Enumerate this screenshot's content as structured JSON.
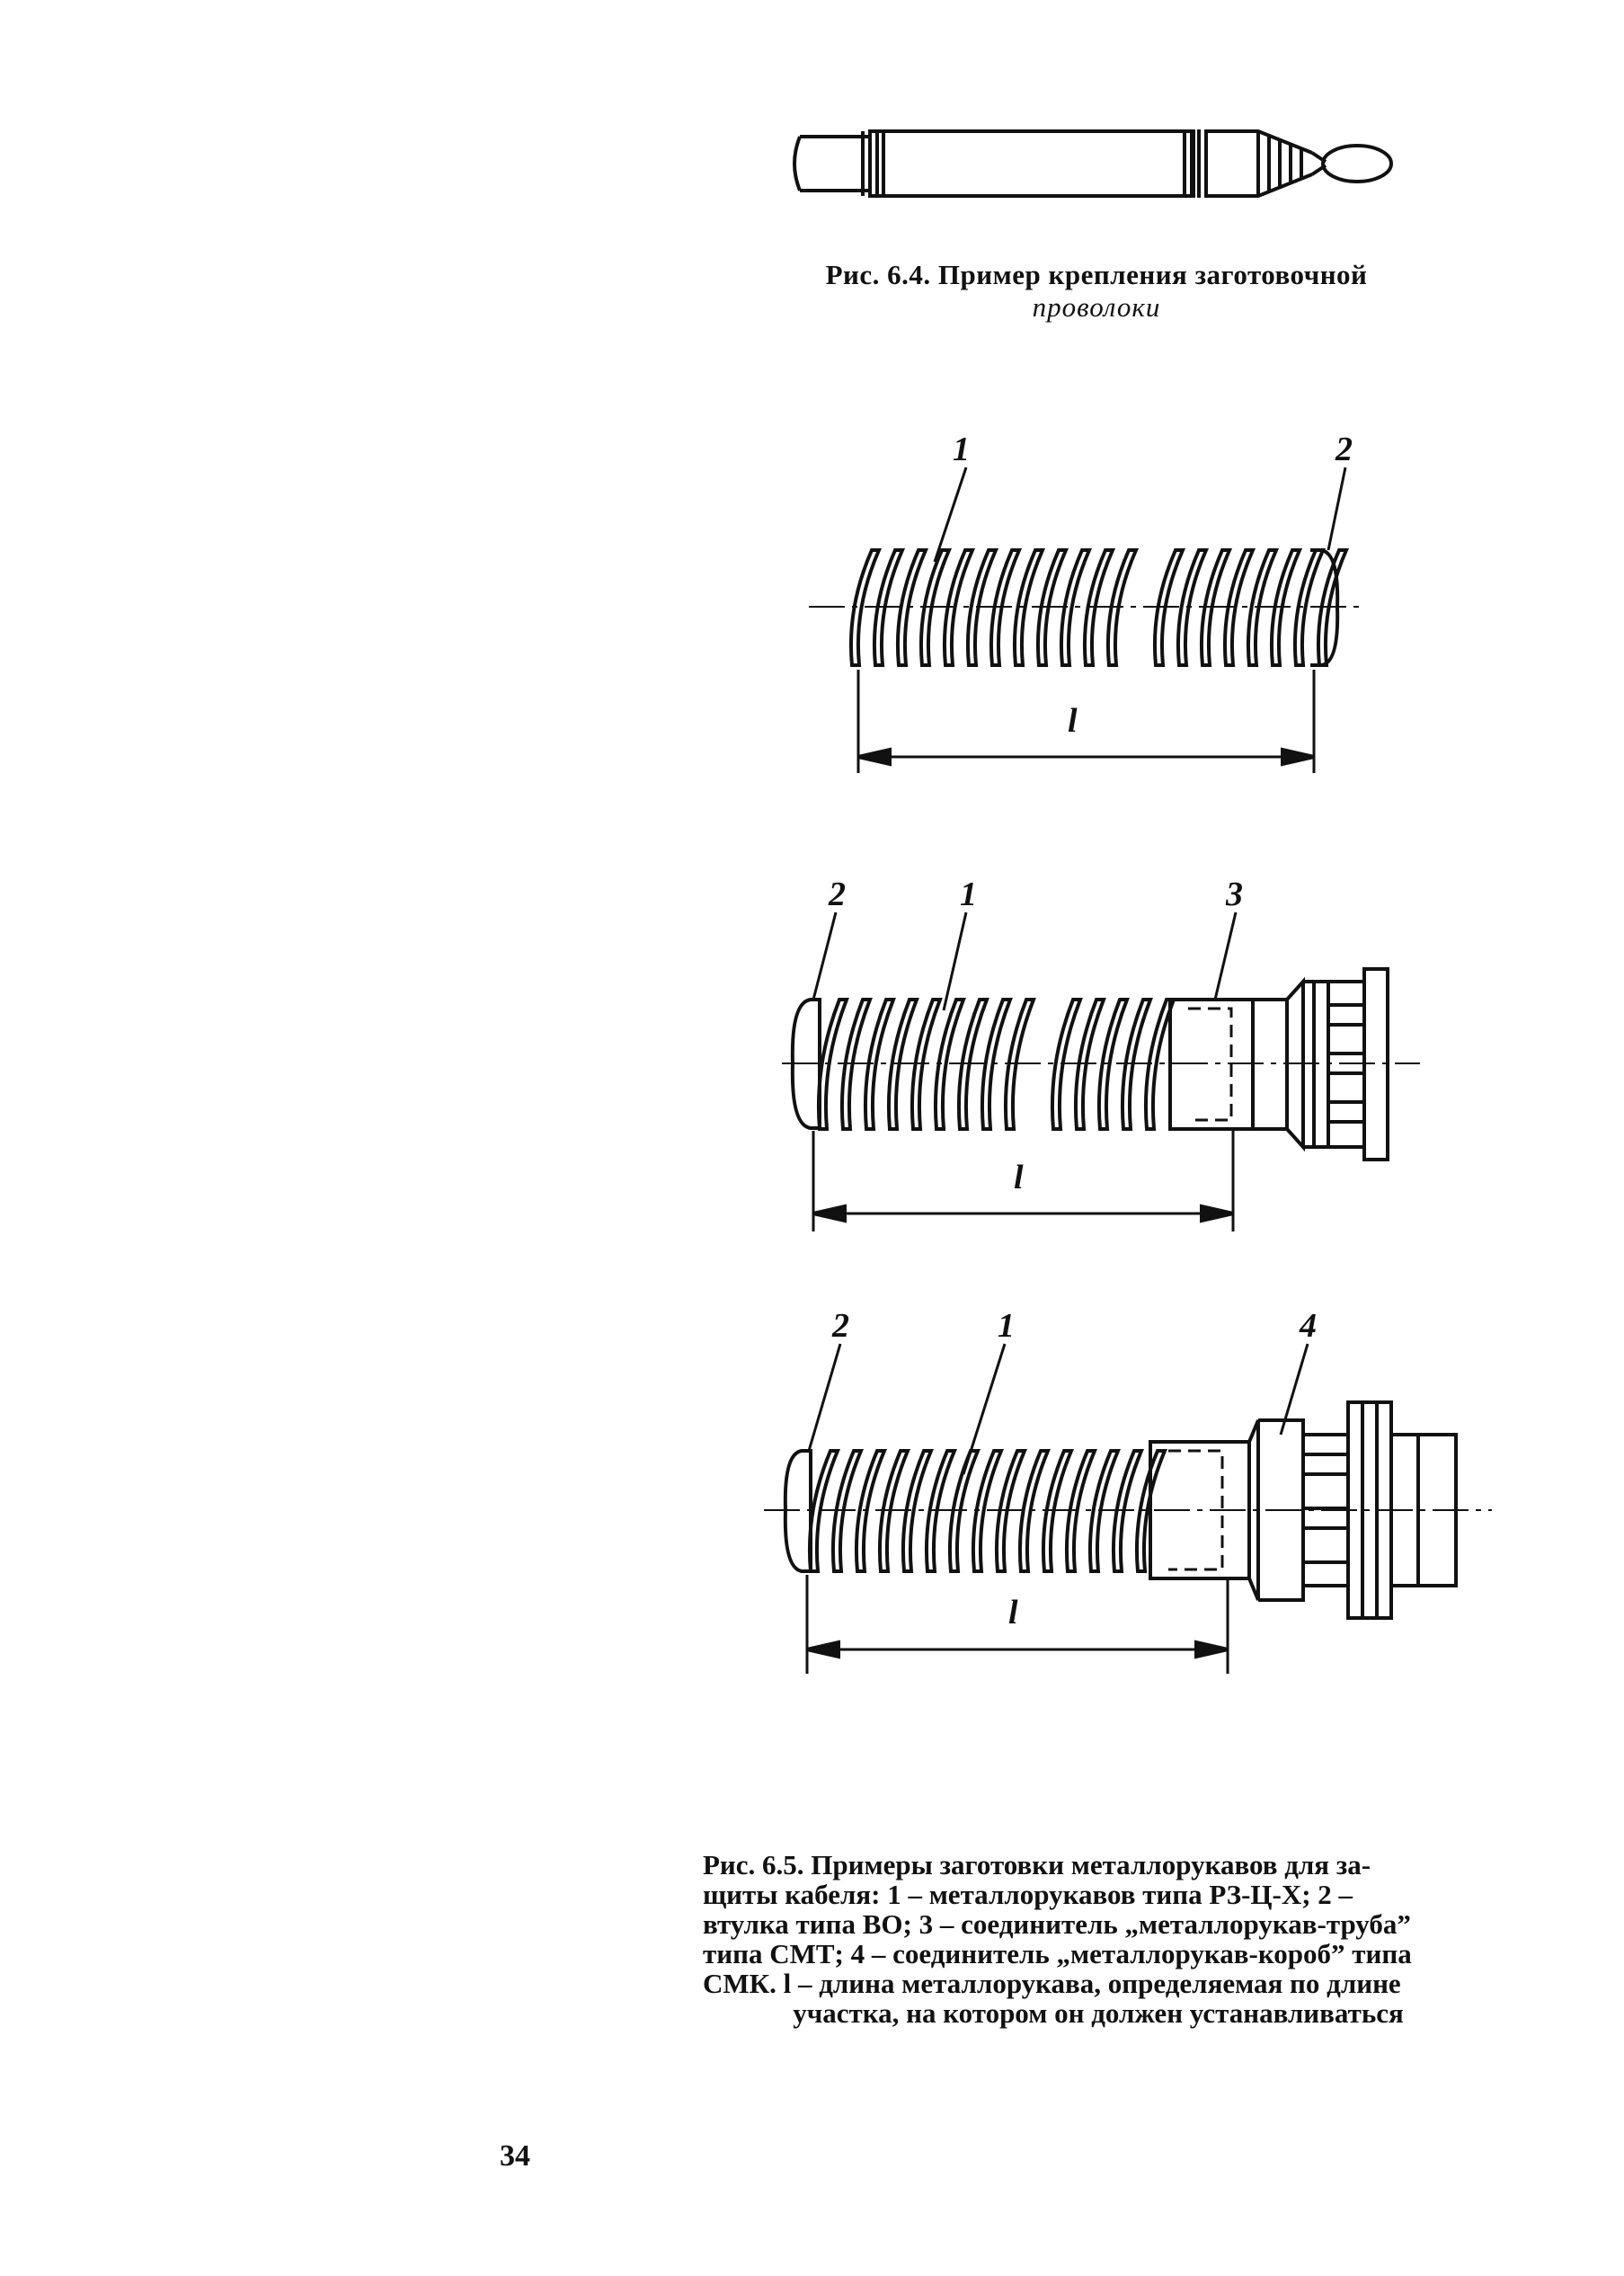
{
  "figure_6_4": {
    "caption_line1": "Рис. 6.4. Пример крепления заготовочной",
    "caption_line2": "проволоки"
  },
  "figure_6_5": {
    "diagram_a": {
      "label_1": "1",
      "label_2": "2",
      "dimension": "l"
    },
    "diagram_b": {
      "label_2": "2",
      "label_1": "1",
      "label_3": "3",
      "dimension": "l"
    },
    "diagram_c": {
      "label_2": "2",
      "label_1": "1",
      "label_4": "4",
      "dimension": "l"
    },
    "caption_lines": [
      "Рис. 6.5. Примеры заготовки металлорукавов для за-",
      "щиты кабеля: 1 – металлорукавов типа РЗ-Ц-Х; 2 –",
      "втулка типа ВО; 3 – соединитель „металлорукав-труба”",
      "типа СМТ; 4 – соединитель „металлорукав-короб” типа",
      "СМК. l – длина металлорукава, определяемая по длине",
      "участка, на котором он должен устанавливаться"
    ]
  },
  "page_number": "34"
}
